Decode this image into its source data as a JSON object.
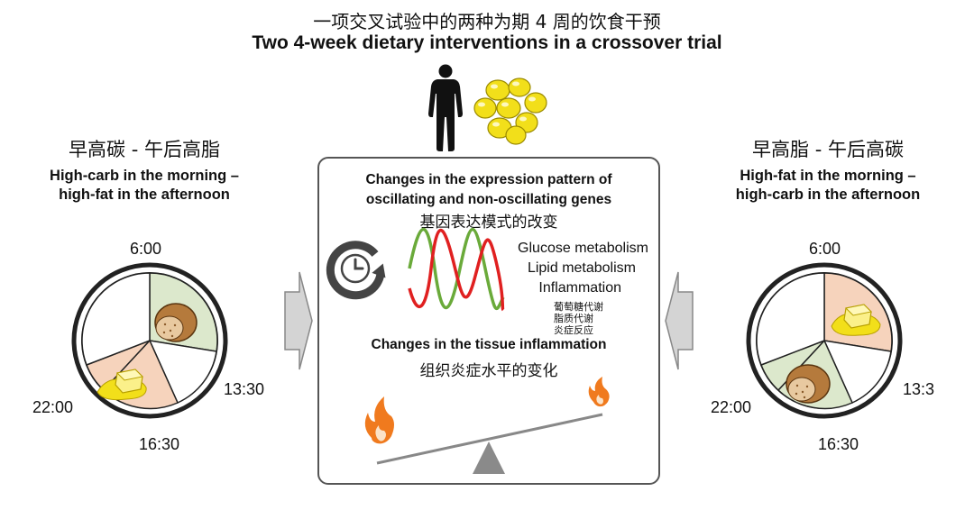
{
  "title": {
    "chinese": "一项交叉试验中的两种为期 4 周的饮食干预",
    "english": "Two 4-week dietary interventions in a crossover trial"
  },
  "left_panel": {
    "chinese": "早高碳 - 午后高脂",
    "english_line1": "High-carb in the morning –",
    "english_line2": "high-fat in the afternoon",
    "times": {
      "top": "6:00",
      "right": "13:30",
      "bottom": "16:30",
      "left": "22:00"
    }
  },
  "right_panel": {
    "chinese": "早高脂 - 午后高碳",
    "english_line1": "High-fat in the morning –",
    "english_line2": "high-carb in the afternoon",
    "times": {
      "top": "6:00",
      "right": "13:3",
      "bottom": "16:30",
      "left": "22:00"
    }
  },
  "center_box": {
    "genes_heading_line1": "Changes in the expression pattern of",
    "genes_heading_line2": "oscillating and non-oscillating genes",
    "genes_heading_cn": "基因表达模式的改变",
    "metabolism": [
      "Glucose metabolism",
      "Lipid metabolism",
      "Inflammation"
    ],
    "metabolism_cn": [
      "葡萄糖代谢",
      "脂质代谢",
      "炎症反应"
    ],
    "inflammation_heading": "Changes in the tissue inflammation",
    "inflammation_cn": "组织炎症水平的变化"
  },
  "colors": {
    "carb_sector": "#dce8cc",
    "fat_sector": "#f6d3bc",
    "sine_green": "#6aaa3a",
    "sine_red": "#e02020",
    "flame": "#f07a1e",
    "oil_drop": "#f2df1a"
  },
  "icons": [
    "human-silhouette-icon",
    "oil-drops-icon",
    "bread-icon",
    "butter-icon",
    "circadian-clock-icon",
    "flame-icon",
    "seesaw-icon",
    "arrow-right-icon",
    "arrow-left-icon"
  ]
}
